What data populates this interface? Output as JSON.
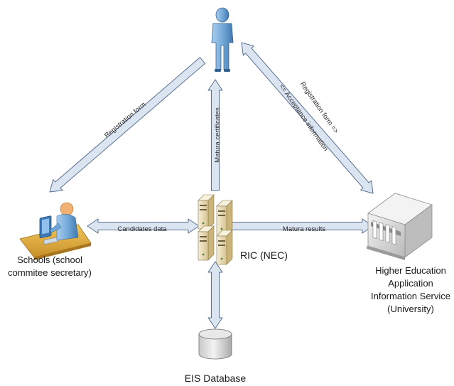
{
  "nodes": {
    "schools": {
      "label_line1": "Schools (school",
      "label_line2": "commitee secretary)"
    },
    "ric": {
      "label": "RIC (NEC)"
    },
    "university": {
      "label_line1": "Higher Education",
      "label_line2": "Application",
      "label_line3": "Information Service",
      "label_line4": "(University)"
    },
    "database": {
      "label": "EIS Database"
    }
  },
  "edges": {
    "registration_form": "Registration form",
    "matura_certificates": "Matura certificates",
    "registration_form_out": "Registration form =>",
    "acceptance_information": "<= Acceptance information",
    "candidates_data": "Candidates data",
    "matura_results": "Matura results"
  },
  "icons": {
    "candidate": "person-icon",
    "schools": "secretary-at-computer-icon",
    "ric": "server-rack-icon",
    "university": "university-building-icon",
    "database": "database-cylinder-icon"
  },
  "colors": {
    "arrow_fill": "#dbe4f1",
    "arrow_stroke": "#5a6f8e",
    "person": "#6fa6d6",
    "server": "#e9dcb4",
    "building": "#d9d9d9"
  }
}
